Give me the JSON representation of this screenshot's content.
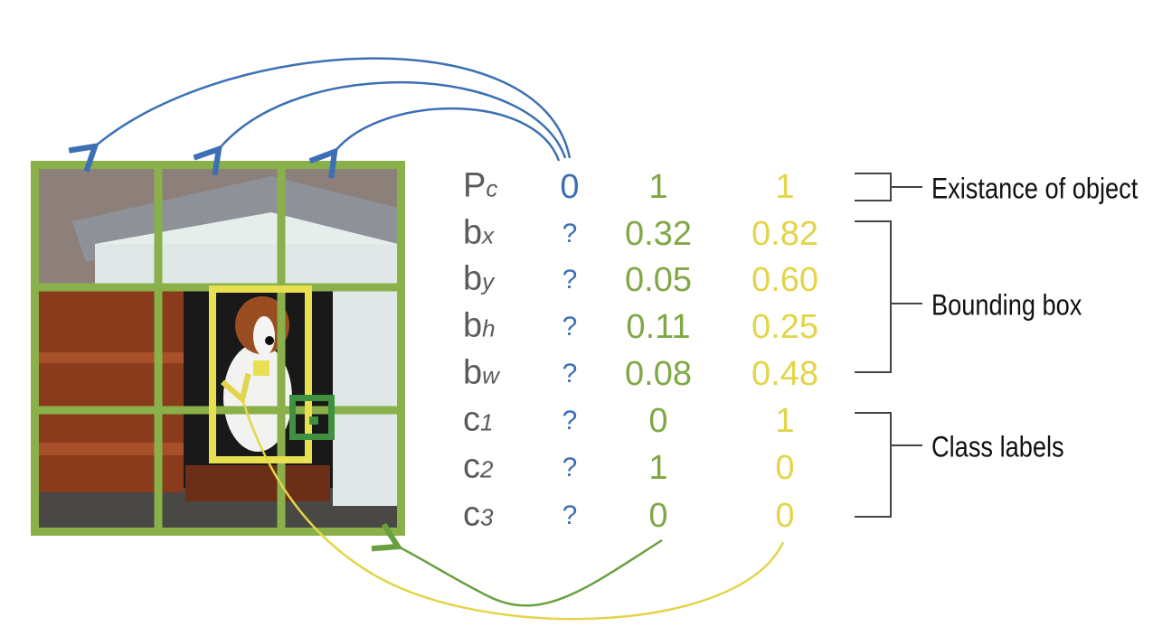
{
  "rows": [
    {
      "label": "P",
      "sub": "c",
      "unknown": "0",
      "cell_a": "1",
      "cell_b": "1"
    },
    {
      "label": "b",
      "sub": "x",
      "unknown": "?",
      "cell_a": "0.32",
      "cell_b": "0.82"
    },
    {
      "label": "b",
      "sub": "y",
      "unknown": "?",
      "cell_a": "0.05",
      "cell_b": "0.60"
    },
    {
      "label": "b",
      "sub": "h",
      "unknown": "?",
      "cell_a": "0.11",
      "cell_b": "0.25"
    },
    {
      "label": "b",
      "sub": "w",
      "unknown": "?",
      "cell_a": "0.08",
      "cell_b": "0.48"
    },
    {
      "label": "c",
      "sub": "1",
      "unknown": "?",
      "cell_a": "0",
      "cell_b": "1"
    },
    {
      "label": "c",
      "sub": "2",
      "unknown": "?",
      "cell_a": "1",
      "cell_b": "0"
    },
    {
      "label": "c",
      "sub": "3",
      "unknown": "?",
      "cell_a": "0",
      "cell_b": "0"
    }
  ],
  "descriptions": {
    "existence": "Existance of object",
    "bbox": "Bounding box",
    "classes": "Class labels"
  },
  "colors": {
    "grid": "#8ab04a",
    "yellow": "#e8e050",
    "blue": "#3d6fb5",
    "dark_green": "#3f9040",
    "text": "#5a5a5a"
  }
}
